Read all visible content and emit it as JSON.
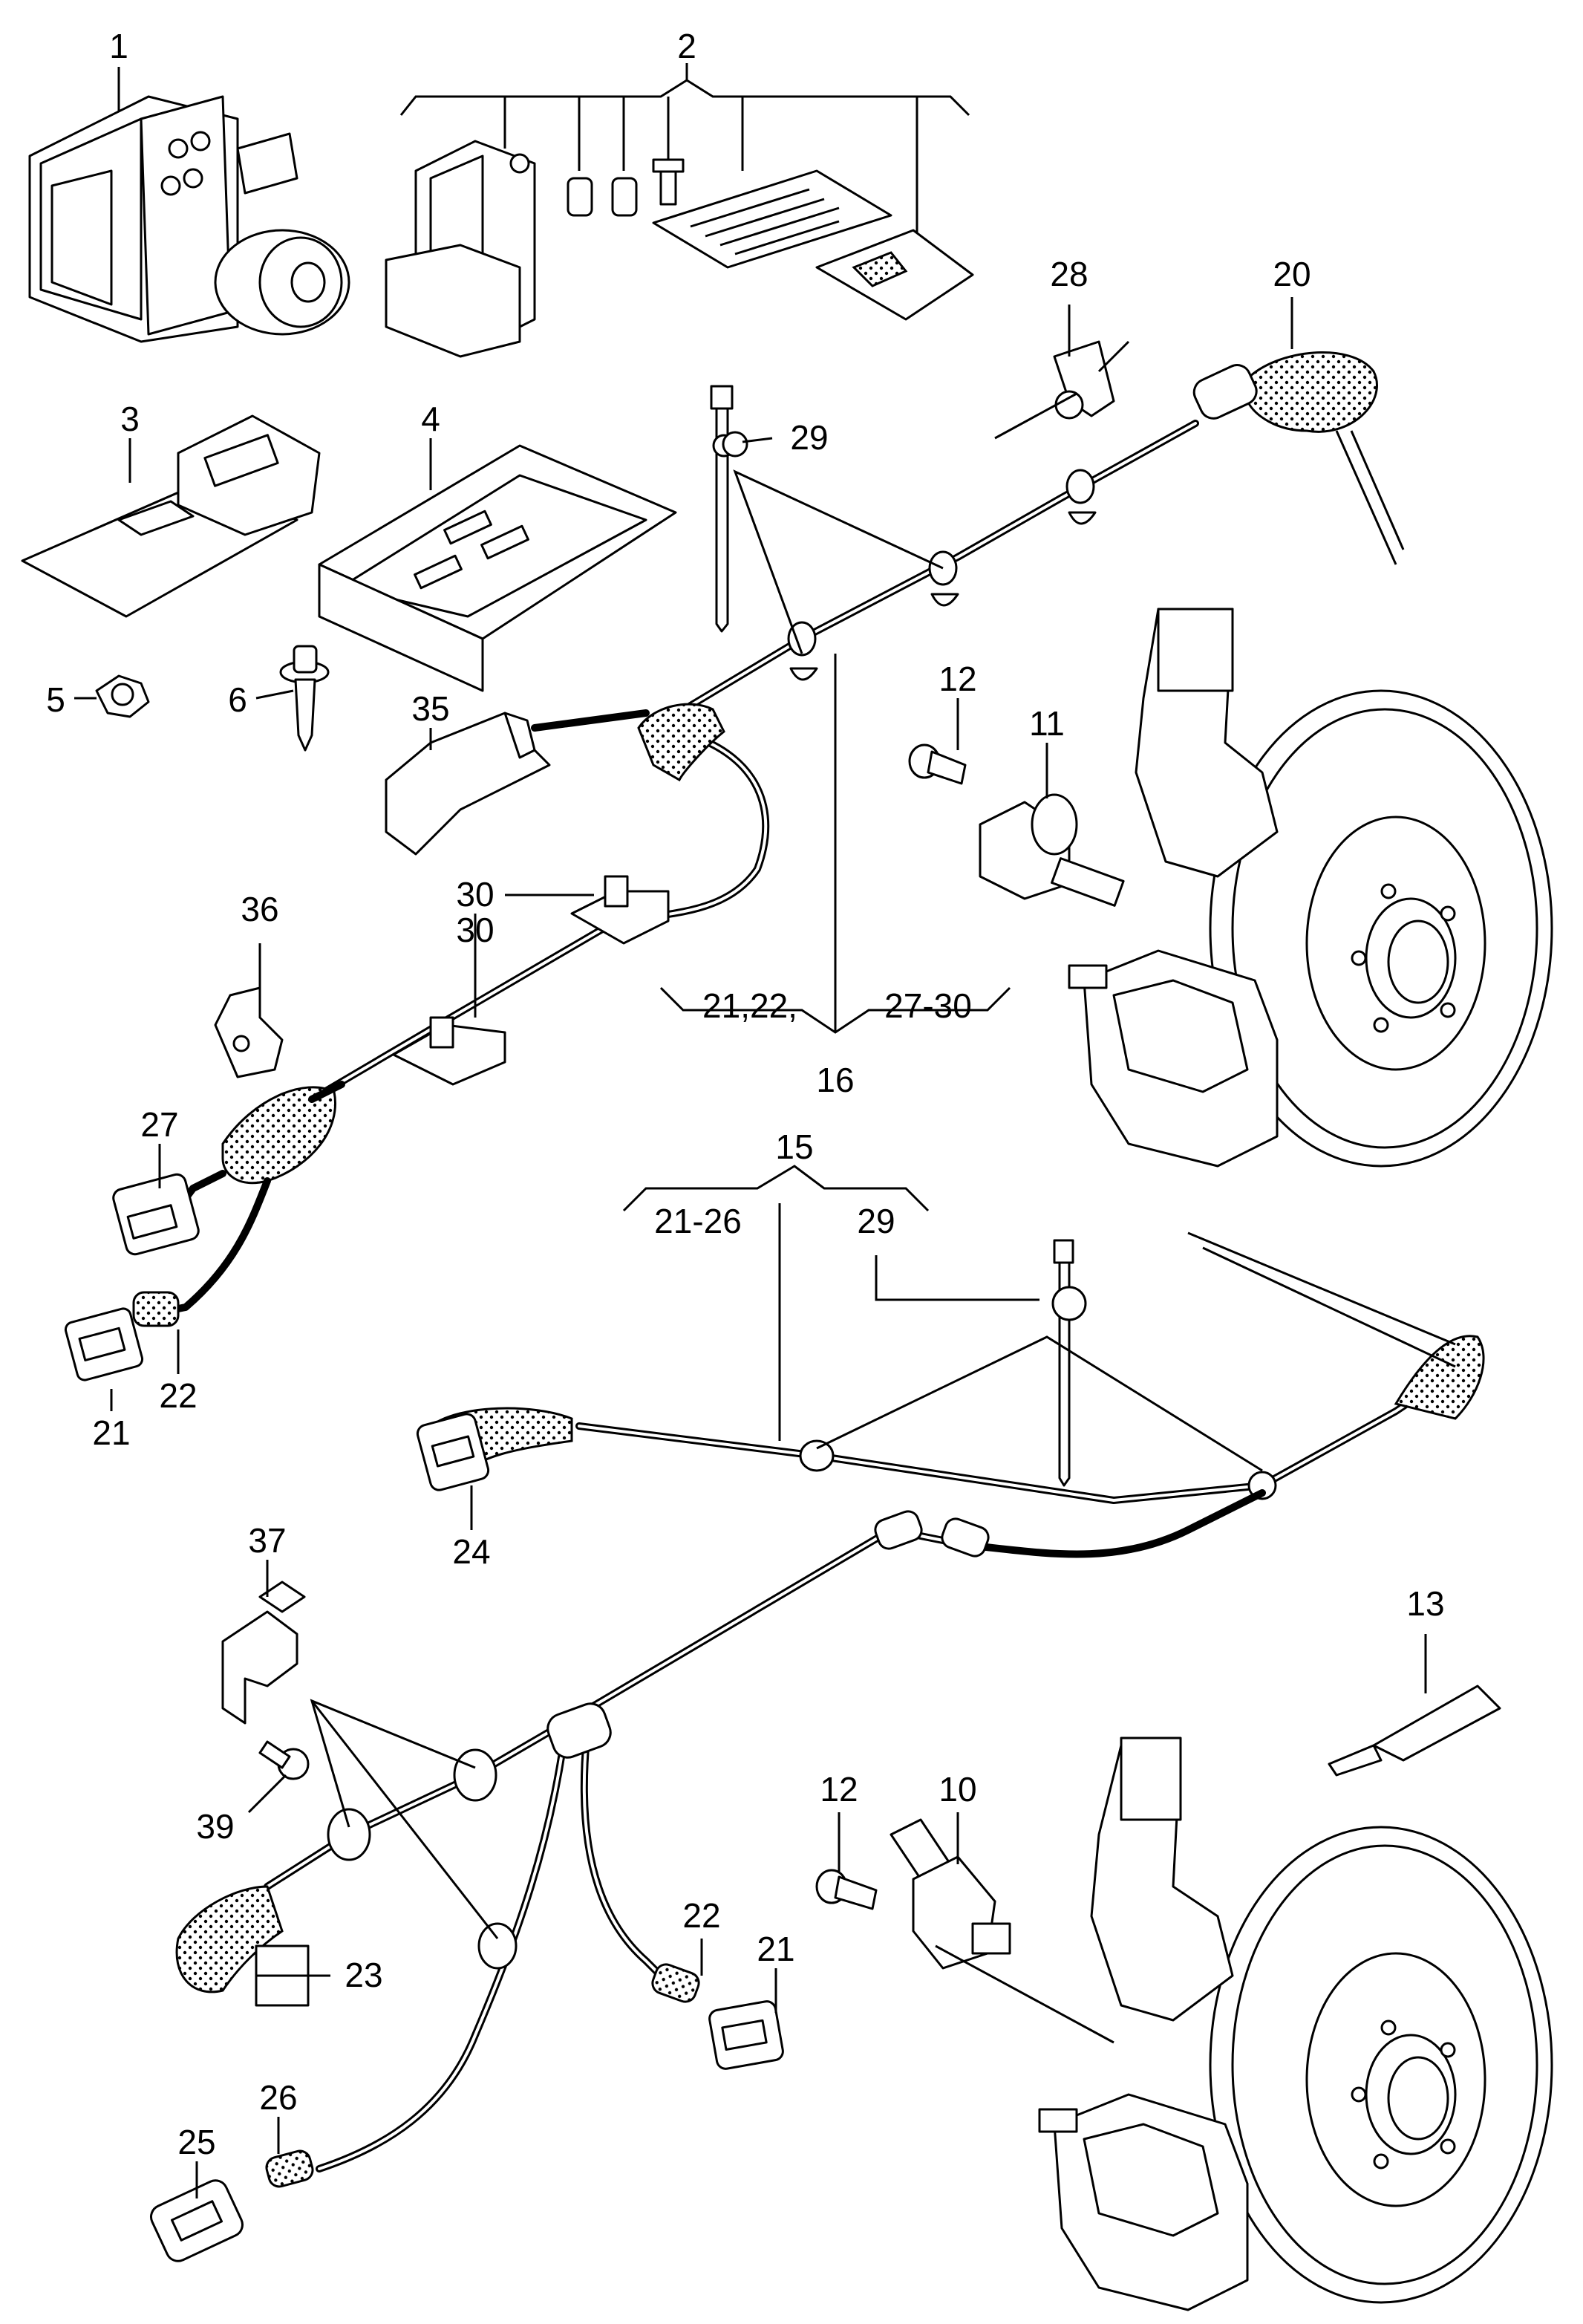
{
  "callouts": [
    {
      "id": "c1",
      "text": "1"
    },
    {
      "id": "c2",
      "text": "2"
    },
    {
      "id": "c3",
      "text": "3"
    },
    {
      "id": "c4",
      "text": "4"
    },
    {
      "id": "c5",
      "text": "5"
    },
    {
      "id": "c6",
      "text": "6"
    },
    {
      "id": "c35",
      "text": "35"
    },
    {
      "id": "c36",
      "text": "36"
    },
    {
      "id": "c27",
      "text": "27"
    },
    {
      "id": "c21a",
      "text": "21"
    },
    {
      "id": "c22a",
      "text": "22"
    },
    {
      "id": "c30a",
      "text": "30"
    },
    {
      "id": "c30b",
      "text": "30"
    },
    {
      "id": "c29a",
      "text": "29"
    },
    {
      "id": "c28",
      "text": "28"
    },
    {
      "id": "c20",
      "text": "20"
    },
    {
      "id": "c12a",
      "text": "12"
    },
    {
      "id": "c11",
      "text": "11"
    },
    {
      "id": "c16range1",
      "text": "21,22,"
    },
    {
      "id": "c16range2",
      "text": "27-30"
    },
    {
      "id": "c16",
      "text": "16"
    },
    {
      "id": "c15",
      "text": "15"
    },
    {
      "id": "c15range1",
      "text": "21-26"
    },
    {
      "id": "c29b",
      "text": "29"
    },
    {
      "id": "c24",
      "text": "24"
    },
    {
      "id": "c37",
      "text": "37"
    },
    {
      "id": "c39",
      "text": "39"
    },
    {
      "id": "c23",
      "text": "23"
    },
    {
      "id": "c13",
      "text": "13"
    },
    {
      "id": "c12b",
      "text": "12"
    },
    {
      "id": "c10",
      "text": "10"
    },
    {
      "id": "c22b",
      "text": "22"
    },
    {
      "id": "c21b",
      "text": "21"
    },
    {
      "id": "c26",
      "text": "26"
    },
    {
      "id": "c25",
      "text": "25"
    }
  ]
}
